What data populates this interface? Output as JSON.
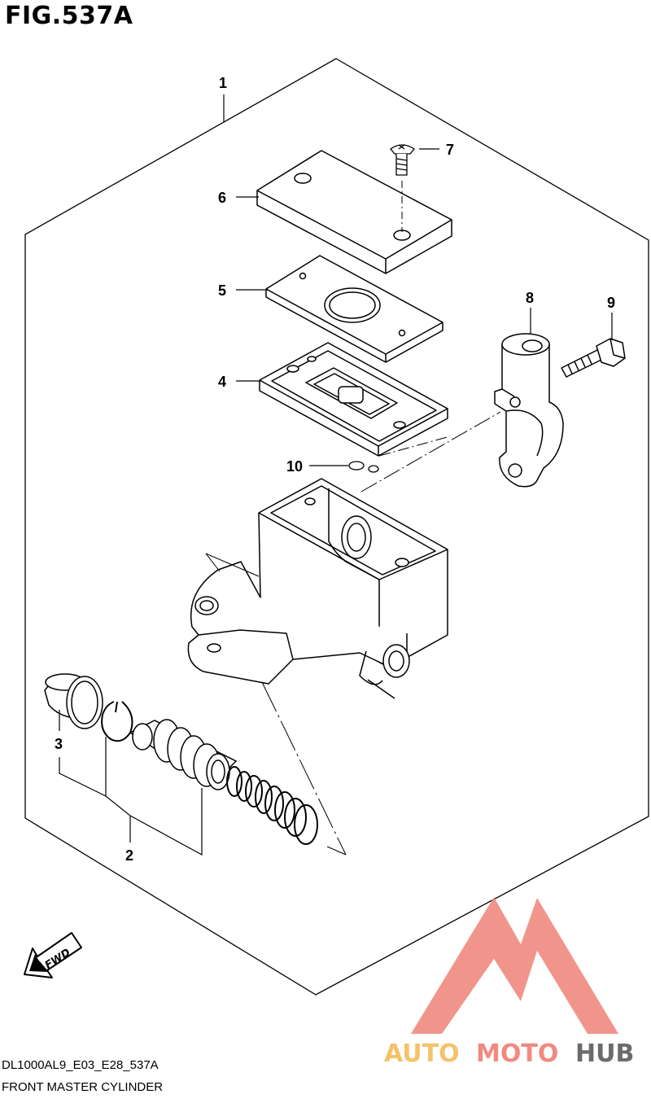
{
  "figure": {
    "title": "FIG.537A",
    "code": "DL1000AL9_E03_E28_537A",
    "name": "FRONT MASTER CYLINDER"
  },
  "labels": {
    "p1": "1",
    "p2": "2",
    "p3": "3",
    "p4": "4",
    "p5": "5",
    "p6": "6",
    "p7": "7",
    "p8": "8",
    "p9": "9",
    "p10": "10"
  },
  "direction_badge": "FWD",
  "watermark": {
    "part1": "AUTO",
    "part2": "MOTO",
    "part3": "HUB",
    "colors": {
      "auto": "#f5c26b",
      "moto": "#f08a80",
      "hub": "#6b6b6b",
      "triangle": "#f08a80"
    }
  }
}
